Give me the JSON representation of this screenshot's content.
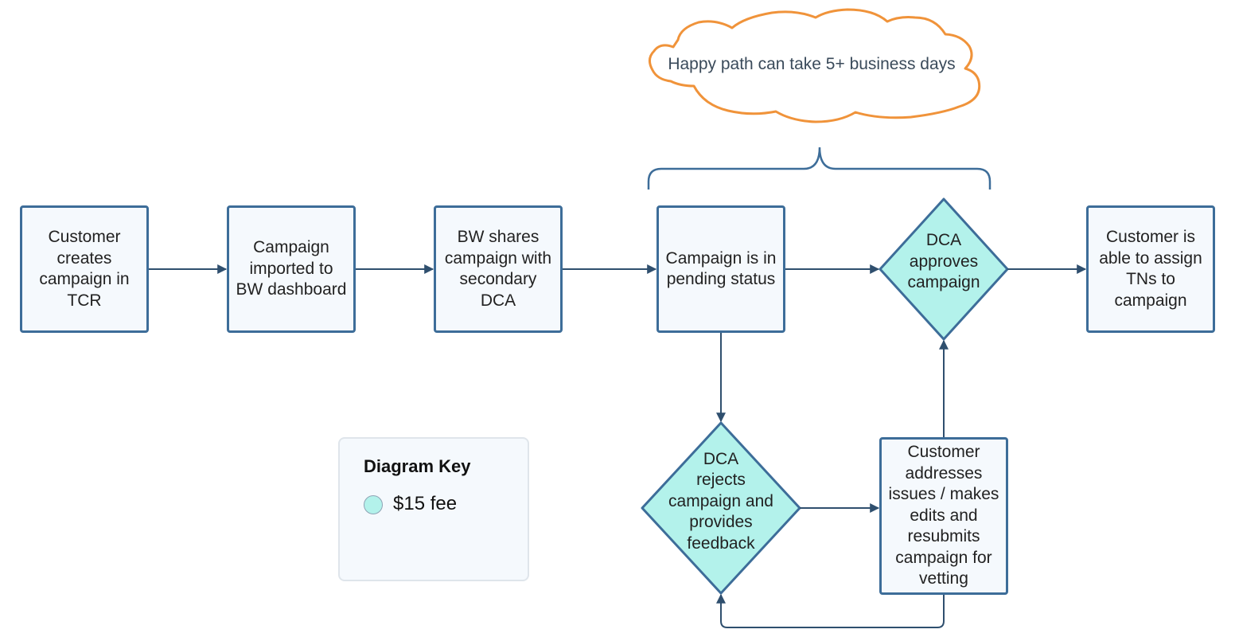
{
  "nodes": {
    "create_campaign": "Customer\ncreates\ncampaign in\nTCR",
    "import_campaign": "Campaign\nimported to\nBW dashboard",
    "share_campaign": "BW shares\ncampaign with\nsecondary\nDCA",
    "pending_status": "Campaign is in\npending status",
    "dca_approves": "DCA\napproves\ncampaign",
    "assign_tns": "Customer is\nable to assign\nTNs to\ncampaign",
    "dca_rejects": "DCA\nrejects\ncampaign and\nprovides\nfeedback",
    "customer_resubmits": "Customer\naddresses\nissues / makes\nedits and\nresubmits\ncampaign for\nvetting"
  },
  "annotation": {
    "cloud_text": "Happy path can take 5+ business days"
  },
  "key": {
    "title": "Diagram Key",
    "items": [
      {
        "label": "$15 fee",
        "color": "#b3f2eb"
      }
    ]
  },
  "colors": {
    "node_fill": "#f5f9fd",
    "node_border": "#3d6d99",
    "decision_fill": "#b3f2eb",
    "edge": "#2f4f6e",
    "cloud_border": "#f0933a",
    "brace": "#3d6d99"
  }
}
